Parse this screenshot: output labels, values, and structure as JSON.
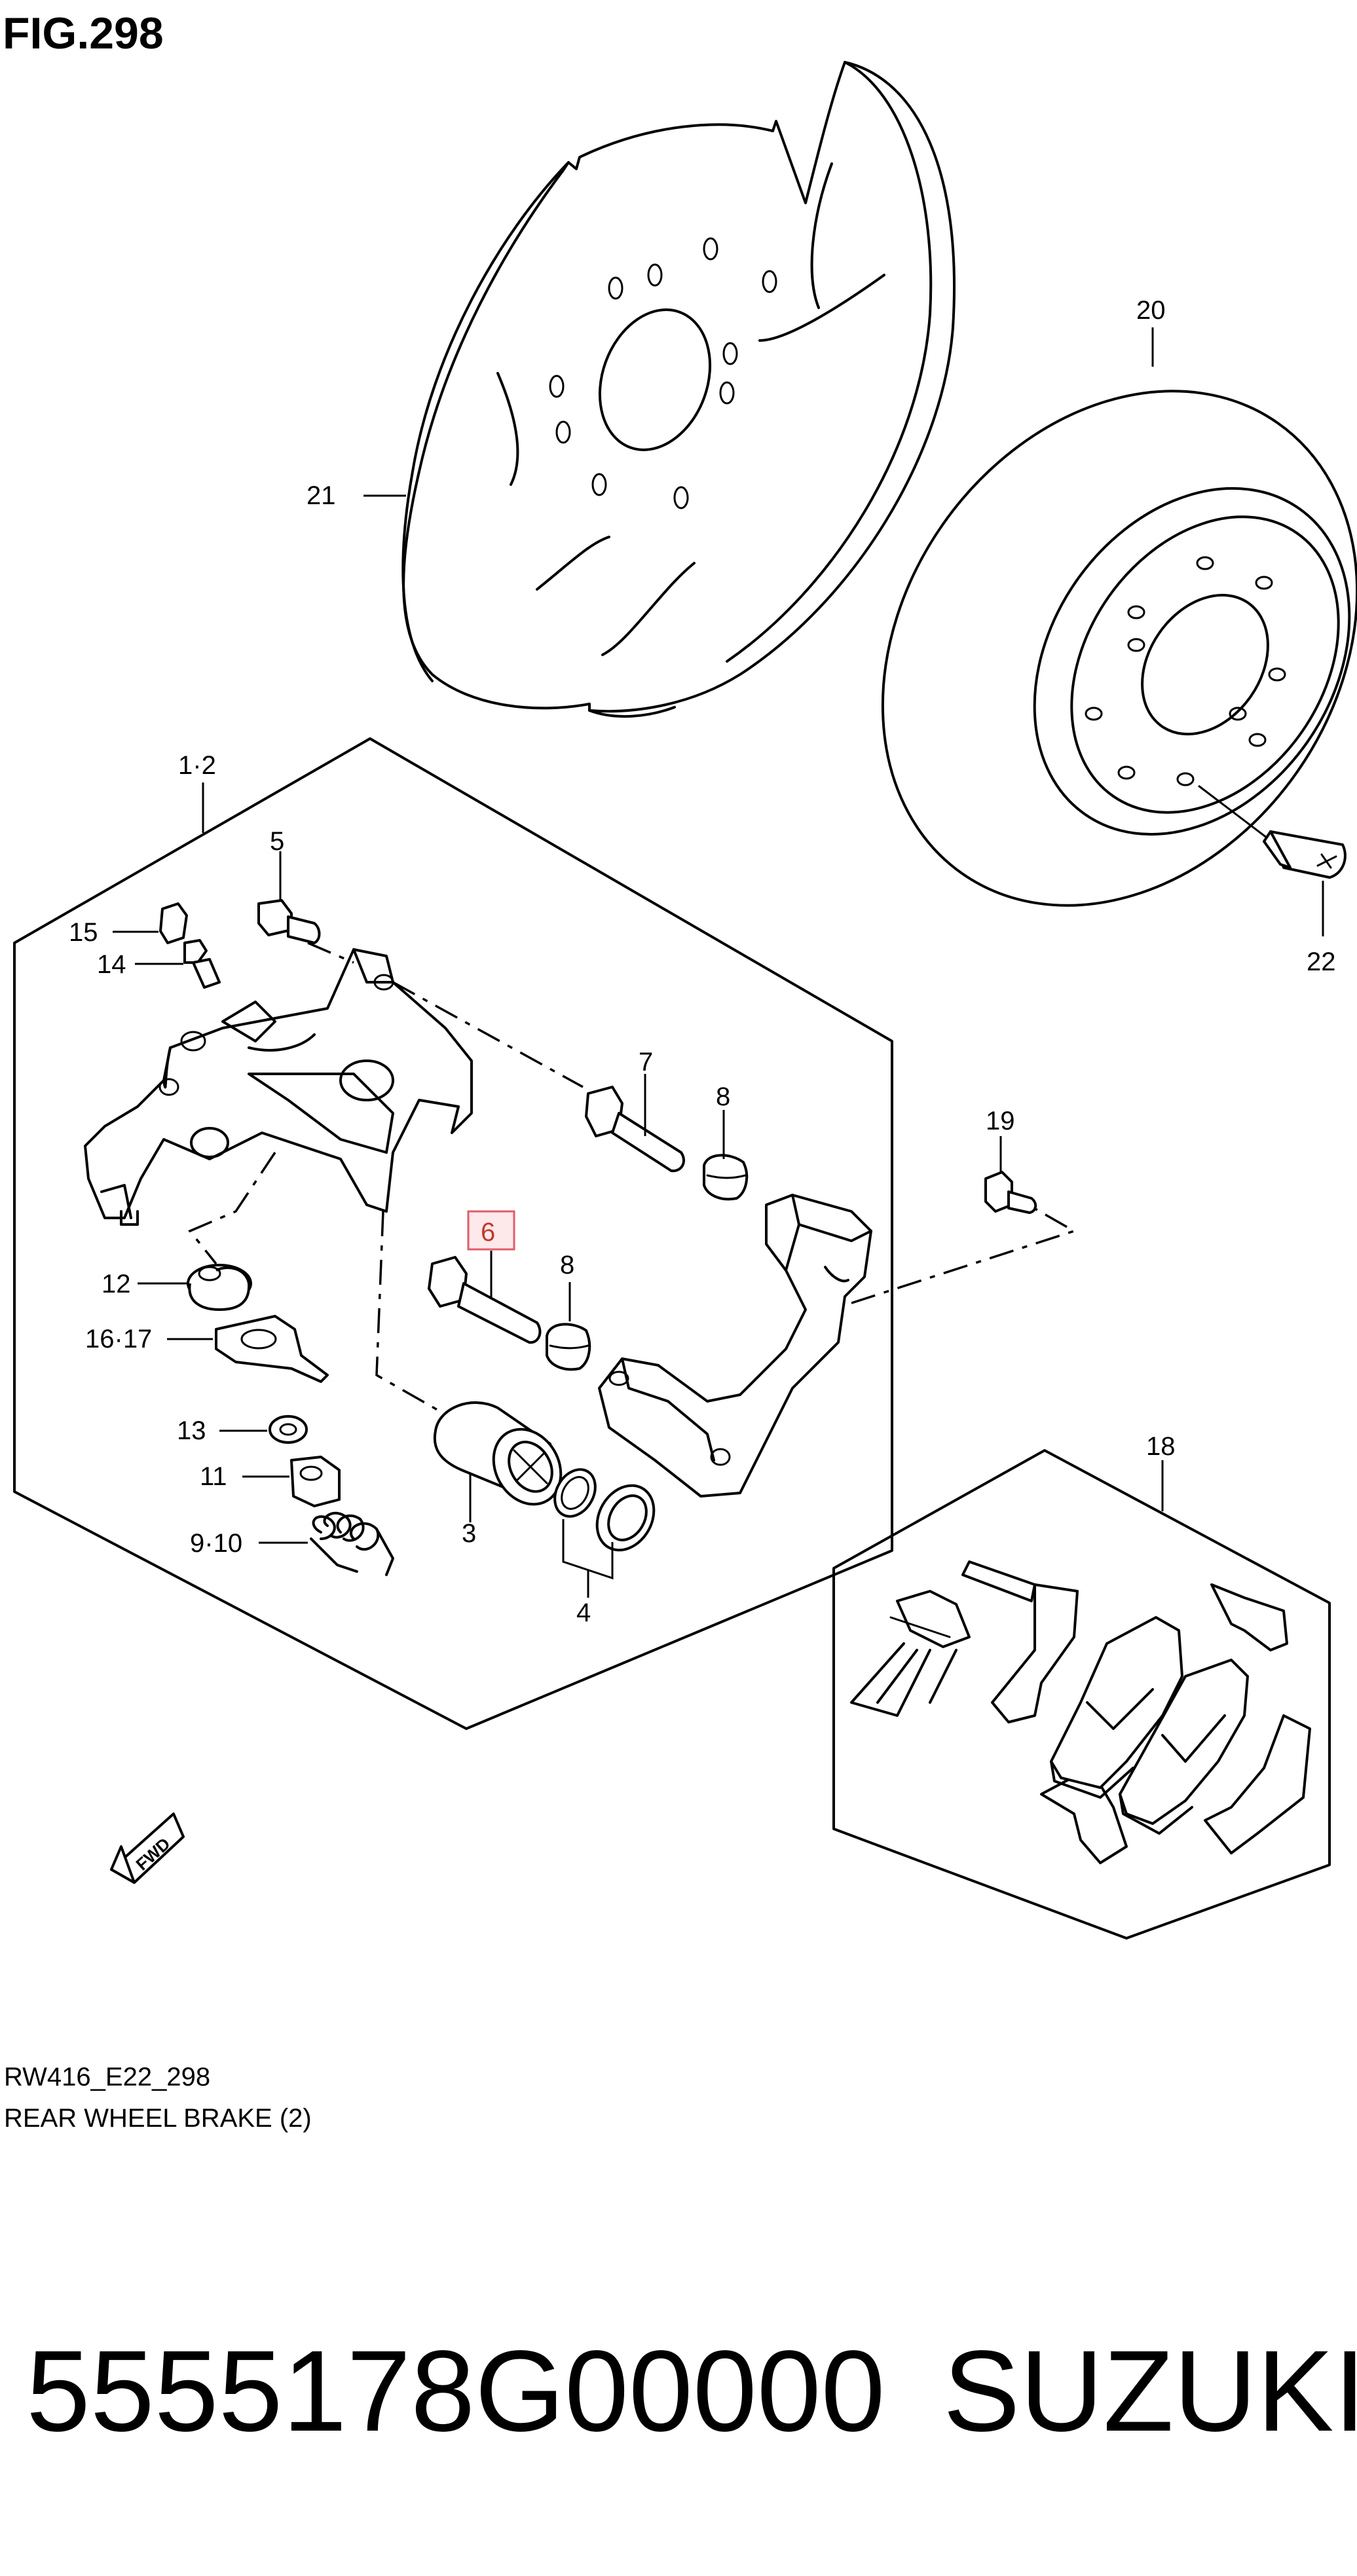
{
  "figure": {
    "label": "FIG.298",
    "drawing_code": "RW416_E22_298",
    "title": "REAR WHEEL BRAKE (2)"
  },
  "direction_marker": "FWD",
  "highlighted_callout": "6",
  "callouts": [
    {
      "id": "c21",
      "text": "21"
    },
    {
      "id": "c20",
      "text": "20"
    },
    {
      "id": "c22",
      "text": "22"
    },
    {
      "id": "c1-2",
      "text": "1·2"
    },
    {
      "id": "c5",
      "text": "5"
    },
    {
      "id": "c15",
      "text": "15"
    },
    {
      "id": "c14",
      "text": "14"
    },
    {
      "id": "c7",
      "text": "7"
    },
    {
      "id": "c8a",
      "text": "8"
    },
    {
      "id": "c19",
      "text": "19"
    },
    {
      "id": "c6",
      "text": "6"
    },
    {
      "id": "c8b",
      "text": "8"
    },
    {
      "id": "c12",
      "text": "12"
    },
    {
      "id": "c16-17",
      "text": "16·17"
    },
    {
      "id": "c13",
      "text": "13"
    },
    {
      "id": "c11",
      "text": "11"
    },
    {
      "id": "c9-10",
      "text": "9·10"
    },
    {
      "id": "c3",
      "text": "3"
    },
    {
      "id": "c4",
      "text": "4"
    },
    {
      "id": "c18",
      "text": "18"
    }
  ],
  "part_number": "5555178G00000",
  "brand": "SUZUKI",
  "colors": {
    "ink": "#000000",
    "highlight_fill": "#fde8ea",
    "highlight_stroke": "#e25b6a",
    "highlight_text": "#c0392b"
  }
}
